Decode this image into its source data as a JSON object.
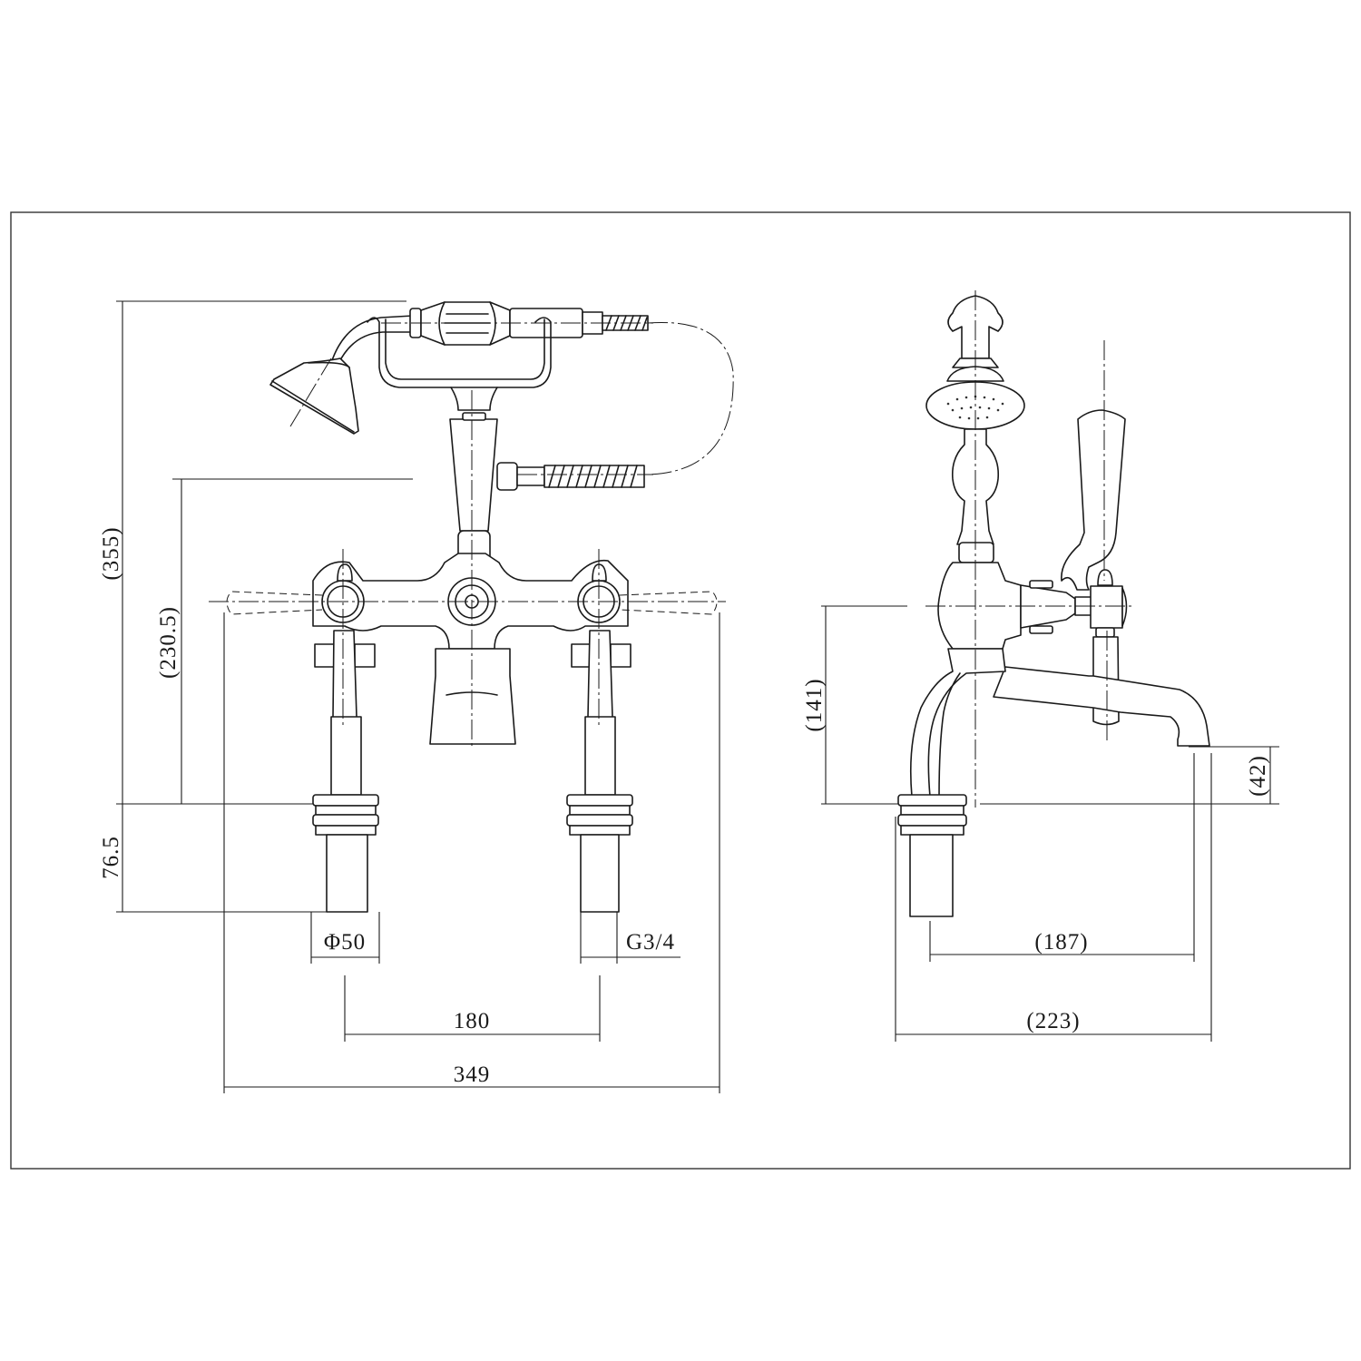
{
  "drawing": {
    "title": "Bath shower mixer technical drawing",
    "front_view": {
      "dimensions": {
        "overall_height": "(355)",
        "body_height": "(230.5)",
        "tail_length": "76.5",
        "base_diameter": "Φ50",
        "thread": "G3/4",
        "centres": "180",
        "overall_width": "349"
      }
    },
    "side_view": {
      "dimensions": {
        "spout_height": "(141)",
        "spout_outlet_height": "(42)",
        "spout_reach": "(187)",
        "overall_depth": "(223)"
      }
    }
  }
}
